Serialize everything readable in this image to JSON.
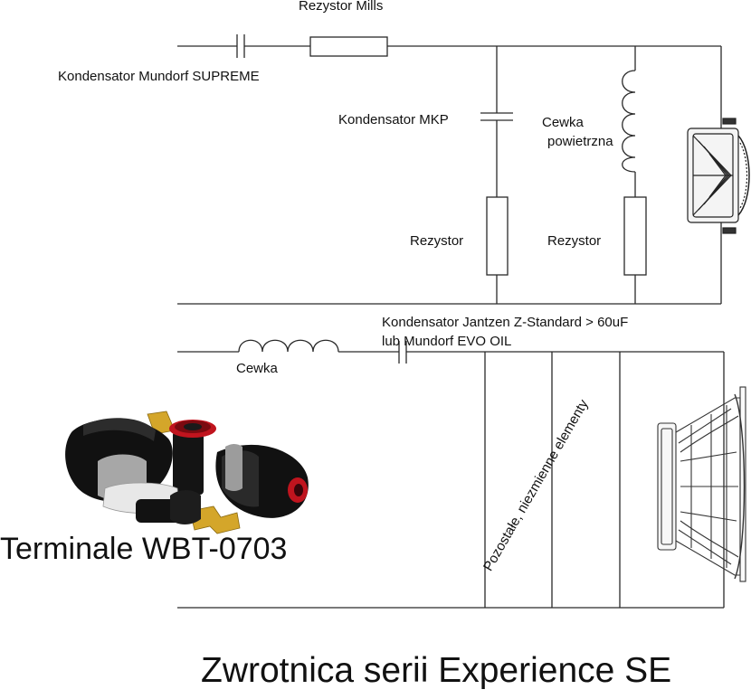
{
  "labels": {
    "resistor_mills": "Rezystor Mills",
    "capacitor_mundorf_supreme": "Kondensator Mundorf SUPREME",
    "capacitor_mkp": "Kondensator MKP",
    "air_coil_line1": "Cewka",
    "air_coil_line2": "powietrzna",
    "resistor_left": "Rezystor",
    "resistor_right": "Rezystor",
    "capacitor_jantzen_line1": "Kondensator Jantzen Z-Standard > 60uF",
    "capacitor_jantzen_line2": "lub Mundorf EVO OIL",
    "coil": "Cewka",
    "other_elements": "Pozostałe, niezmienne elementy",
    "terminals": "Terminale WBT-0703"
  },
  "title": "Zwrotnica serii Experience SE",
  "colors": {
    "line": "#2a2a2a",
    "terminal_red": "#c0141e",
    "terminal_gold": "#d4a62a",
    "terminal_black": "#121212",
    "terminal_white": "#e8e8e8"
  },
  "icons": {
    "tweeter": "tweeter-speaker-icon",
    "woofer": "woofer-speaker-icon",
    "terminals": "binding-post-terminals-icon"
  }
}
